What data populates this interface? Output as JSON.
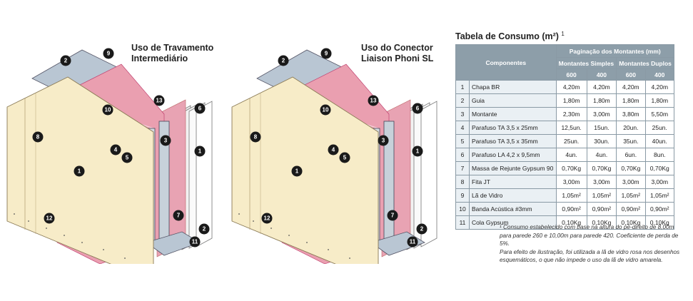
{
  "diagrams": [
    {
      "title_line1": "Uso de Travamento",
      "title_line2": "Intermediário",
      "callouts": [
        "9",
        "2",
        "13",
        "10",
        "6",
        "8",
        "3",
        "4",
        "5",
        "1",
        "1",
        "7",
        "2",
        "11",
        "12"
      ]
    },
    {
      "title_line1": "Uso do Conector",
      "title_line2": "Liaison Phoni SL",
      "callouts": [
        "9",
        "2",
        "13",
        "10",
        "6",
        "8",
        "3",
        "4",
        "5",
        "1",
        "1",
        "7",
        "2",
        "11",
        "12"
      ]
    }
  ],
  "table": {
    "title": "Tabela de Consumo (m²)",
    "title_sup": "1",
    "header_components": "Componentes",
    "header_group": "Paginação dos Montantes (mm)",
    "header_simple": "Montantes Simples",
    "header_double": "Montantes Duplos",
    "spacings": [
      "600",
      "400",
      "600",
      "400"
    ],
    "rows": [
      {
        "n": "1",
        "name": "Chapa BR",
        "v": [
          "4,20m",
          "4,20m",
          "4,20m",
          "4,20m"
        ]
      },
      {
        "n": "2",
        "name": "Guia",
        "v": [
          "1,80m",
          "1,80m",
          "1,80m",
          "1,80m"
        ]
      },
      {
        "n": "3",
        "name": "Montante",
        "v": [
          "2,30m",
          "3,00m",
          "3,80m",
          "5,50m"
        ]
      },
      {
        "n": "4",
        "name": "Parafuso TA 3,5 x 25mm",
        "v": [
          "12,5un.",
          "15un.",
          "20un.",
          "25un."
        ]
      },
      {
        "n": "5",
        "name": "Parafuso TA 3,5 x 35mm",
        "v": [
          "25un.",
          "30un.",
          "35un.",
          "40un."
        ]
      },
      {
        "n": "6",
        "name": "Parafuso LA 4,2 x 9,5mm",
        "v": [
          "4un.",
          "4un.",
          "6un.",
          "8un."
        ]
      },
      {
        "n": "7",
        "name": "Massa de Rejunte Gypsum 90",
        "v": [
          "0,70Kg",
          "0,70Kg",
          "0,70Kg",
          "0,70Kg"
        ]
      },
      {
        "n": "8",
        "name": "Fita JT",
        "v": [
          "3,00m",
          "3,00m",
          "3,00m",
          "3,00m"
        ]
      },
      {
        "n": "9",
        "name": "Lã de Vidro",
        "v": [
          "1,05m²",
          "1,05m²",
          "1,05m²",
          "1,05m²"
        ]
      },
      {
        "n": "10",
        "name": "Banda Acústica #3mm",
        "v": [
          "0,90m²",
          "0,90m²",
          "0,90m²",
          "0,90m²"
        ]
      },
      {
        "n": "11",
        "name": "Cola Gypsum",
        "v": [
          "0,10Kg",
          "0,10Kg",
          "0,10Kg",
          "0,10Kg"
        ]
      }
    ]
  },
  "footnote": {
    "line1": "¹ Consumo estabelecido com base na altura do pé-direito de 8,00m para parede 260 e 10,00m para parede 420. Coeficiente de perda de 5%.",
    "line2": "Para efeito de ilustração, foi utilizada a lã de vidro rosa nos desenhos esquemáticos, o que não impede o uso da lã de vidro amarela."
  }
}
